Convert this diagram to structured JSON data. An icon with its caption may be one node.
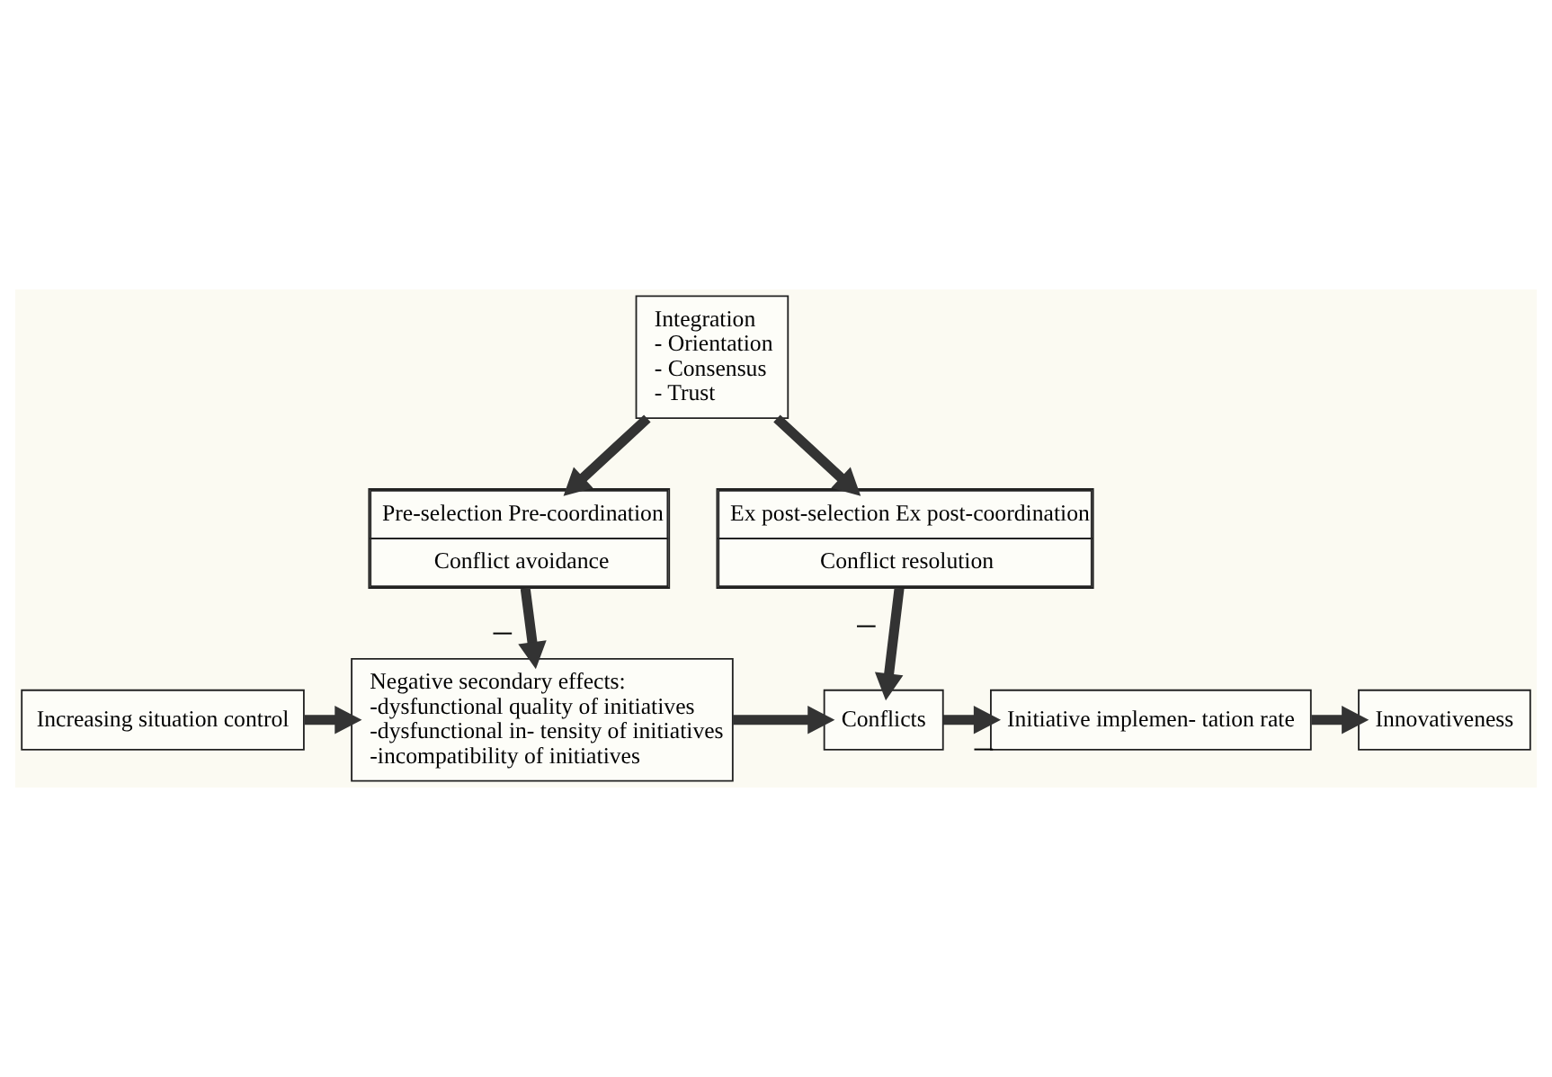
{
  "diagram": {
    "nodes": [
      {
        "text": [
          "Integration",
          "- Orientation",
          "- Consensus",
          "- Trust"
        ]
      },
      {
        "text": [
          "Pre-selection Pre-coordination",
          "Conflict avoidance"
        ]
      },
      {
        "text": [
          "Ex post-selection Ex post-coordination",
          "Conflict resolution"
        ]
      },
      {
        "text": [
          "Increasing situation control"
        ]
      },
      {
        "text": [
          "Negative secondary effects:",
          "-dysfunctional quality of initiatives",
          "-dysfunctional in- tensity of initiatives",
          "-incompatibility of initiatives"
        ]
      },
      {
        "text": [
          "Conflicts"
        ]
      },
      {
        "text": [
          "Initiative implemen- tation rate"
        ]
      },
      {
        "text": [
          "Innovativeness"
        ]
      }
    ],
    "edges": [
      {
        "from": 0,
        "to": 1,
        "arrow": "to"
      },
      {
        "from": 0,
        "to": 2,
        "arrow": "to"
      },
      {
        "from": 1,
        "to": 4,
        "arrow": "to",
        "label": "–"
      },
      {
        "from": 2,
        "to": 5,
        "arrow": "to",
        "label": "–"
      },
      {
        "from": 3,
        "to": 4,
        "arrow": "to"
      },
      {
        "from": 4,
        "to": 5,
        "arrow": "to"
      },
      {
        "from": 5,
        "to": 6,
        "arrow": "to",
        "label": "–"
      },
      {
        "from": 6,
        "to": 7,
        "arrow": "to"
      }
    ]
  }
}
